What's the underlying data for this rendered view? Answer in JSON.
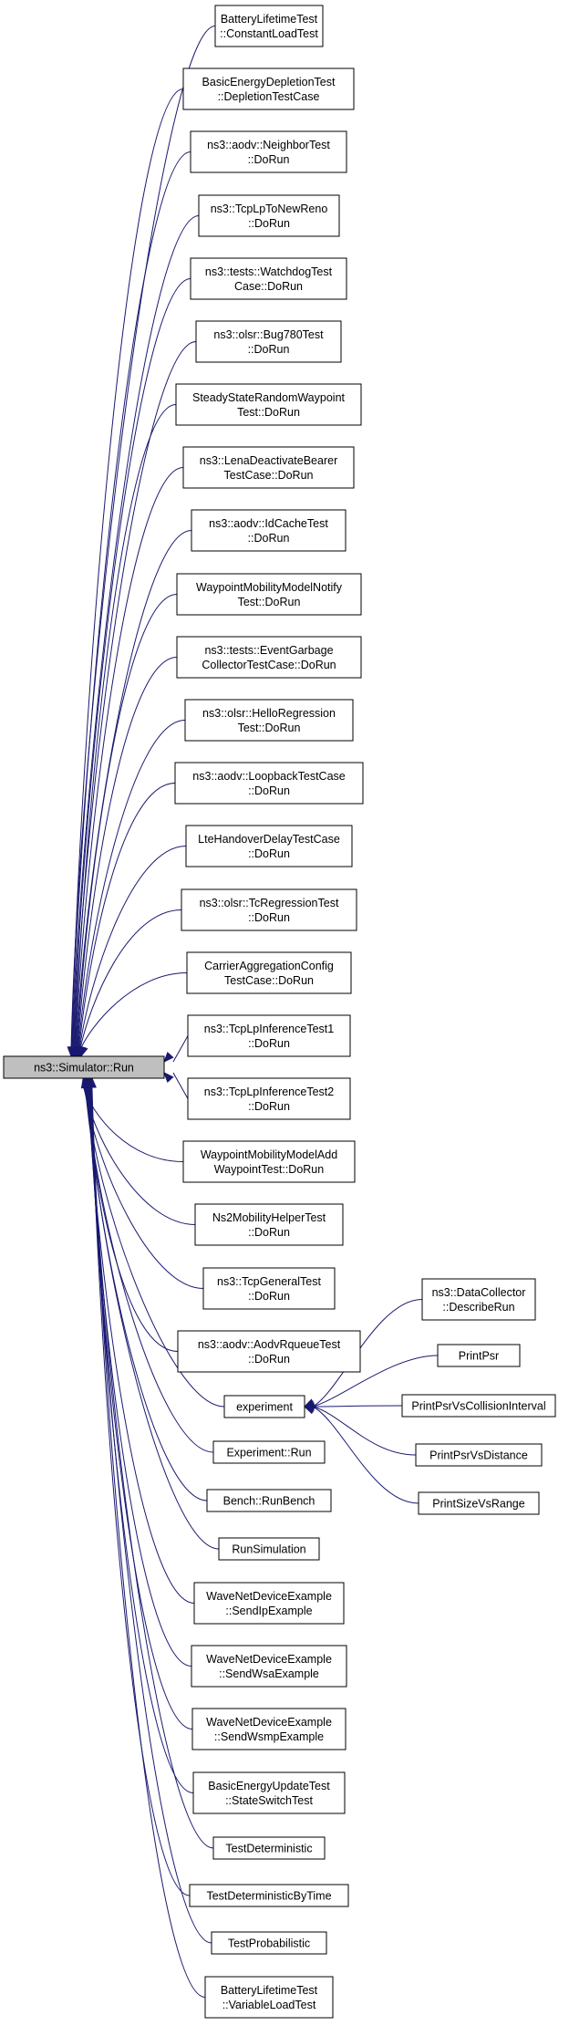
{
  "colors": {
    "edge": "#191970",
    "root_fill": "#bfbfbf",
    "node_fill": "#ffffff",
    "border": "#000000"
  },
  "root": {
    "lines": [
      "ns3::Simulator::Run"
    ]
  },
  "callers": [
    {
      "lines": [
        "BatteryLifetimeTest",
        "::ConstantLoadTest"
      ]
    },
    {
      "lines": [
        "BasicEnergyDepletionTest",
        "::DepletionTestCase"
      ]
    },
    {
      "lines": [
        "ns3::aodv::NeighborTest",
        "::DoRun"
      ]
    },
    {
      "lines": [
        "ns3::TcpLpToNewReno",
        "::DoRun"
      ]
    },
    {
      "lines": [
        "ns3::tests::WatchdogTest",
        "Case::DoRun"
      ]
    },
    {
      "lines": [
        "ns3::olsr::Bug780Test",
        "::DoRun"
      ]
    },
    {
      "lines": [
        "SteadyStateRandomWaypoint",
        "Test::DoRun"
      ]
    },
    {
      "lines": [
        "ns3::LenaDeactivateBearer",
        "TestCase::DoRun"
      ]
    },
    {
      "lines": [
        "ns3::aodv::IdCacheTest",
        "::DoRun"
      ]
    },
    {
      "lines": [
        "WaypointMobilityModelNotify",
        "Test::DoRun"
      ]
    },
    {
      "lines": [
        "ns3::tests::EventGarbage",
        "CollectorTestCase::DoRun"
      ]
    },
    {
      "lines": [
        "ns3::olsr::HelloRegression",
        "Test::DoRun"
      ]
    },
    {
      "lines": [
        "ns3::aodv::LoopbackTestCase",
        "::DoRun"
      ]
    },
    {
      "lines": [
        "LteHandoverDelayTestCase",
        "::DoRun"
      ]
    },
    {
      "lines": [
        "ns3::olsr::TcRegressionTest",
        "::DoRun"
      ]
    },
    {
      "lines": [
        "CarrierAggregationConfig",
        "TestCase::DoRun"
      ]
    },
    {
      "lines": [
        "ns3::TcpLpInferenceTest1",
        "::DoRun"
      ]
    },
    {
      "lines": [
        "ns3::TcpLpInferenceTest2",
        "::DoRun"
      ]
    },
    {
      "lines": [
        "WaypointMobilityModelAdd",
        "WaypointTest::DoRun"
      ]
    },
    {
      "lines": [
        "Ns2MobilityHelperTest",
        "::DoRun"
      ]
    },
    {
      "lines": [
        "ns3::TcpGeneralTest",
        "::DoRun"
      ]
    },
    {
      "lines": [
        "ns3::aodv::AodvRqueueTest",
        "::DoRun"
      ]
    },
    {
      "lines": [
        "experiment"
      ]
    },
    {
      "lines": [
        "Experiment::Run"
      ]
    },
    {
      "lines": [
        "Bench::RunBench"
      ]
    },
    {
      "lines": [
        "RunSimulation"
      ]
    },
    {
      "lines": [
        "WaveNetDeviceExample",
        "::SendIpExample"
      ]
    },
    {
      "lines": [
        "WaveNetDeviceExample",
        "::SendWsaExample"
      ]
    },
    {
      "lines": [
        "WaveNetDeviceExample",
        "::SendWsmpExample"
      ]
    },
    {
      "lines": [
        "BasicEnergyUpdateTest",
        "::StateSwitchTest"
      ]
    },
    {
      "lines": [
        "TestDeterministic"
      ]
    },
    {
      "lines": [
        "TestDeterministicByTime"
      ]
    },
    {
      "lines": [
        "TestProbabilistic"
      ]
    },
    {
      "lines": [
        "BatteryLifetimeTest",
        "::VariableLoadTest"
      ]
    }
  ],
  "experiment_callers": [
    {
      "lines": [
        "ns3::DataCollector",
        "::DescribeRun"
      ]
    },
    {
      "lines": [
        "PrintPsr"
      ]
    },
    {
      "lines": [
        "PrintPsrVsCollisionInterval"
      ]
    },
    {
      "lines": [
        "PrintPsrVsDistance"
      ]
    },
    {
      "lines": [
        "PrintSizeVsRange"
      ]
    }
  ]
}
